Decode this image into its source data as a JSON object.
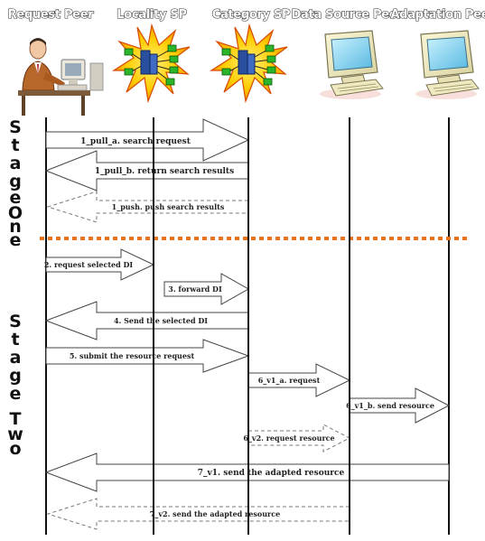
{
  "participants": [
    {
      "name": "Request Peer",
      "icon": "businessman-at-computer-icon"
    },
    {
      "name": "Locality SP",
      "icon": "network-explosion-icon"
    },
    {
      "name": "Category SP",
      "icon": "network-explosion-icon"
    },
    {
      "name": "Data Source Peer",
      "icon": "computer-monitor-icon"
    },
    {
      "name": "Adaptation Peer",
      "icon": "computer-monitor-icon"
    }
  ],
  "stages": {
    "one": "Stage One",
    "two": "Stage Two"
  },
  "messages": {
    "m1": "1_pull_a. search request",
    "m2": "1_pull_b. return search results",
    "m3": "1_push. push search results",
    "m4": "2. request selected DI",
    "m5": "3. forward DI",
    "m6": "4. Send the selected DI",
    "m7": "5. submit the resource request",
    "m8": "6_v1_a. request",
    "m9": "6_v1_b. send resource",
    "m10": "6_v2. request resource",
    "m11": "7_v1. send the adapted resource",
    "m12": "7_v2. send the adapted resource"
  },
  "colors": {
    "separator": "#e8731c",
    "lifeline": "#111111",
    "arrow_outline": "#444444"
  }
}
